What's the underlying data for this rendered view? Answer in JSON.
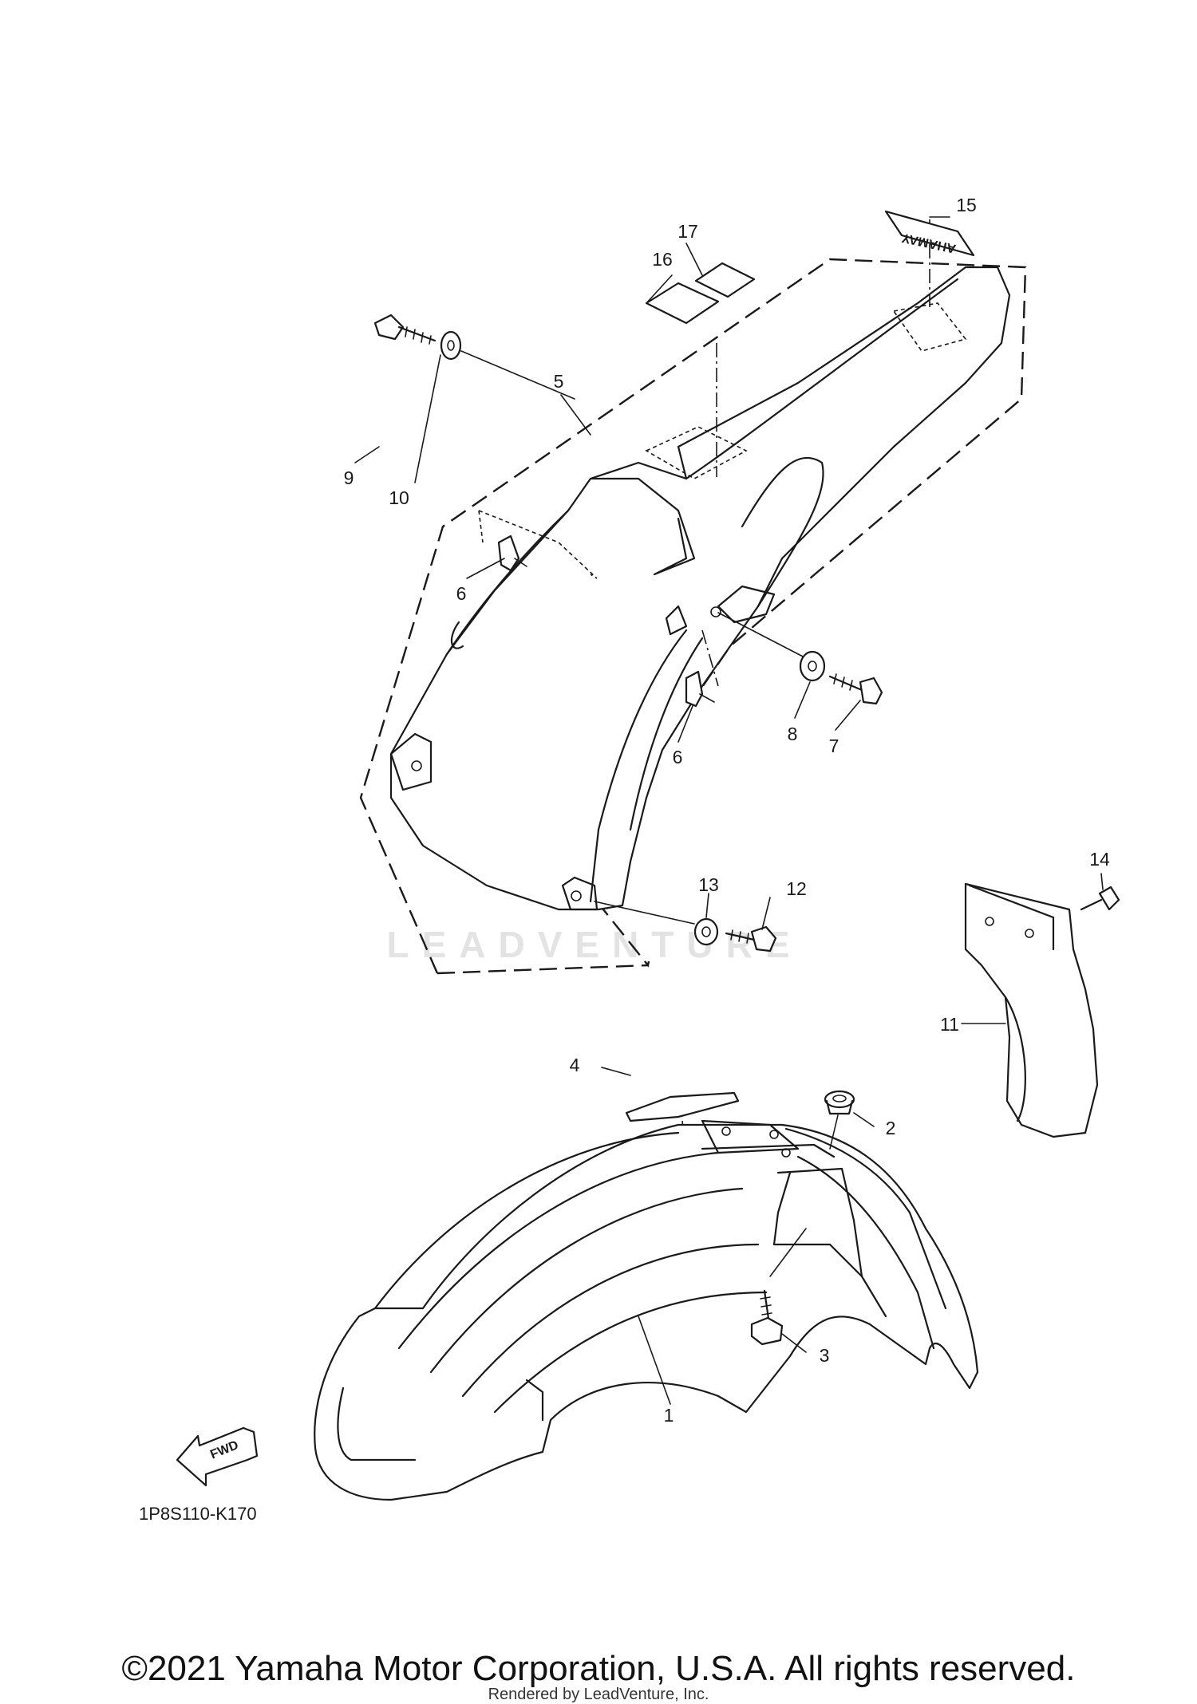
{
  "diagram": {
    "callouts": [
      "1",
      "2",
      "3",
      "4",
      "5",
      "6",
      "6",
      "7",
      "8",
      "9",
      "10",
      "11",
      "12",
      "13",
      "14",
      "15",
      "16",
      "17"
    ],
    "fwd_label": "FWD",
    "decal_text": "YAMAHA",
    "diagram_code": "1P8S110-K170",
    "watermark": "LEADVENTURE"
  },
  "footer": {
    "copyright": "©2021 Yamaha Motor Corporation, U.S.A. All rights reserved.",
    "rendered_by": "Rendered by LeadVenture, Inc."
  }
}
